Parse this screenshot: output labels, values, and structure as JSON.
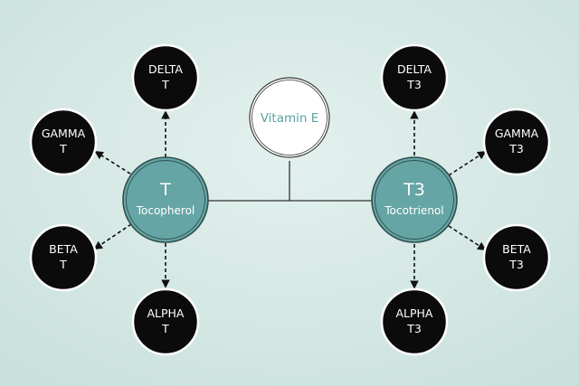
{
  "colors": {
    "background": "#d9ebe8",
    "hub_fill": "#66a5a5",
    "hub_ring": "#2f4f4f",
    "leaf_fill": "#0b0b0b",
    "leaf_ring": "#ffffff",
    "root_fill": "#ffffff",
    "root_ring": "#3a3a3a",
    "root_text": "#5aa3a3",
    "line": "#333333"
  },
  "root": {
    "label": "Vitamin E"
  },
  "hubs": {
    "left": {
      "line1": "T",
      "line2": "Tocopherol"
    },
    "right": {
      "line1": "T3",
      "line2": "Tocotrienol"
    }
  },
  "leaves": {
    "left": [
      {
        "line1": "DELTA",
        "line2": "T"
      },
      {
        "line1": "GAMMA",
        "line2": "T"
      },
      {
        "line1": "BETA",
        "line2": "T"
      },
      {
        "line1": "ALPHA",
        "line2": "T"
      }
    ],
    "right": [
      {
        "line1": "DELTA",
        "line2": "T3"
      },
      {
        "line1": "GAMMA",
        "line2": "T3"
      },
      {
        "line1": "BETA",
        "line2": "T3"
      },
      {
        "line1": "ALPHA",
        "line2": "T3"
      }
    ]
  }
}
